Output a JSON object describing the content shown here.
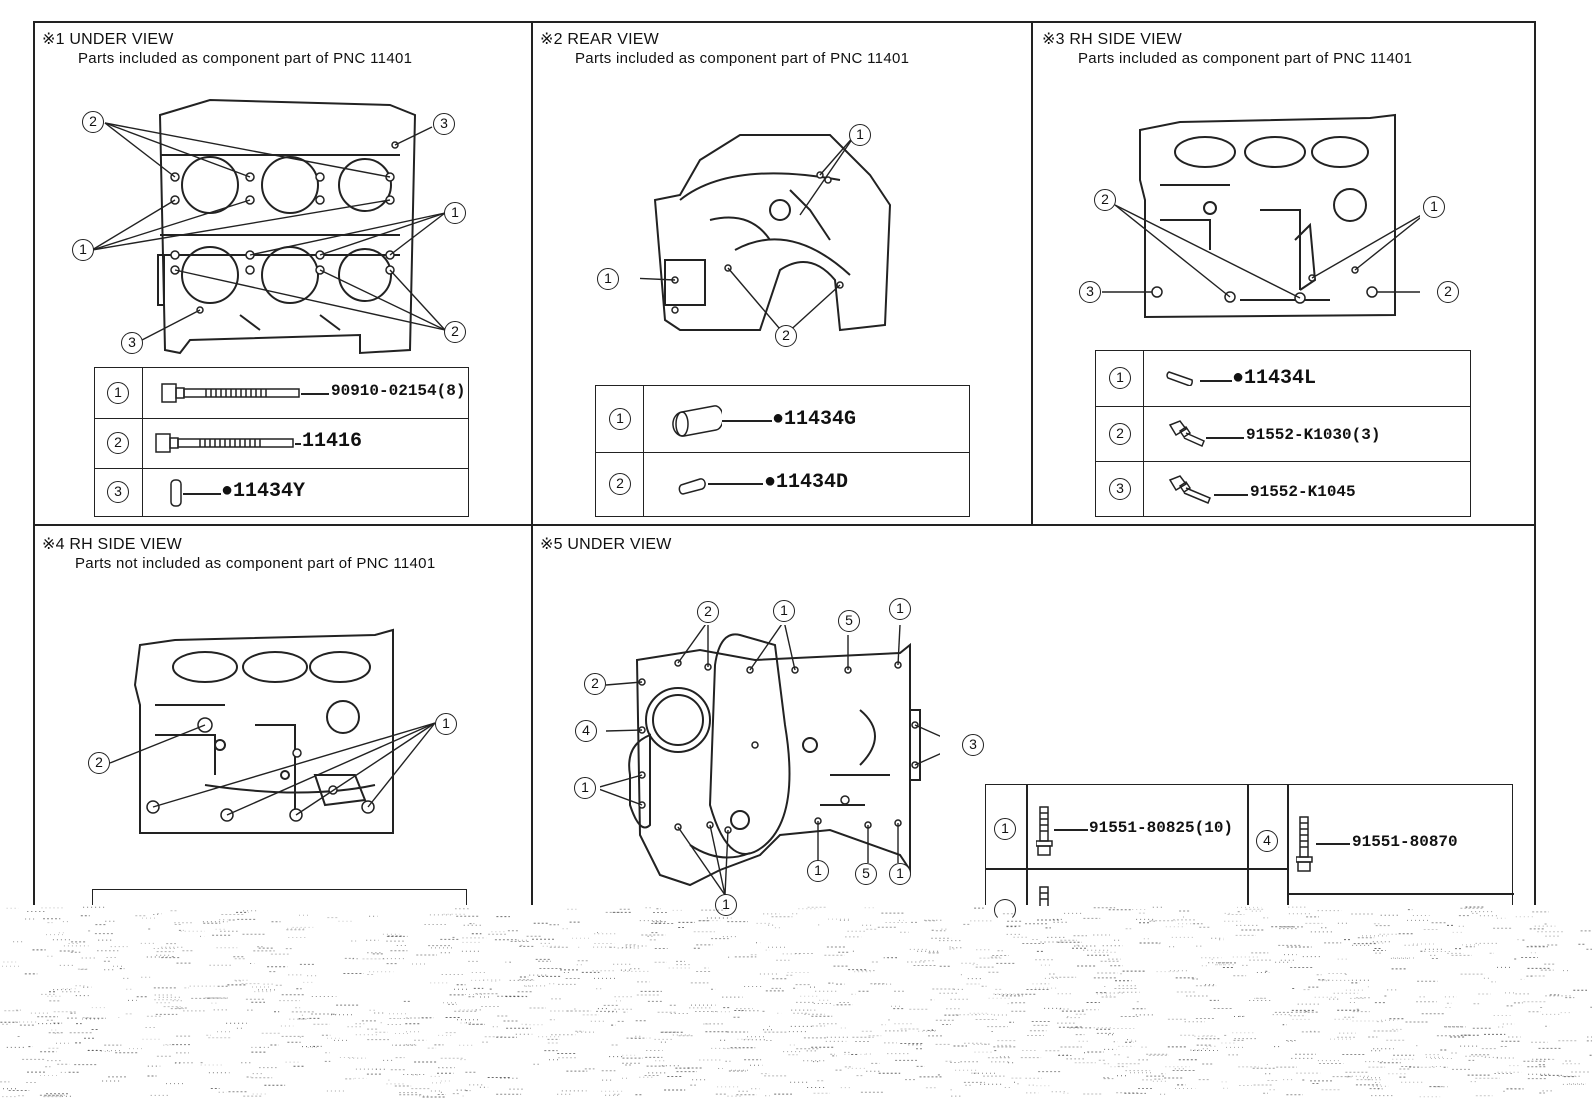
{
  "panels": [
    {
      "id": "p1",
      "title": "※1 UNDER VIEW",
      "subtitle": "Parts included as component part of PNC 11401",
      "parts": [
        {
          "ref": "1",
          "part_no": "90910-02154(8)",
          "icon": "long-bolt-icon"
        },
        {
          "ref": "2",
          "part_no": "11416",
          "icon": "long-bolt-icon"
        },
        {
          "ref": "3",
          "part_no": "●11434Y",
          "icon": "dowel-pin-icon"
        }
      ],
      "callouts": [
        "2",
        "3",
        "1",
        "1",
        "3",
        "2"
      ]
    },
    {
      "id": "p2",
      "title": "※2 REAR VIEW",
      "subtitle": "Parts included as component part of PNC 11401",
      "parts": [
        {
          "ref": "1",
          "part_no": "●11434G",
          "icon": "ring-dowel-icon"
        },
        {
          "ref": "2",
          "part_no": "●11434D",
          "icon": "straight-pin-icon"
        }
      ],
      "callouts": [
        "1",
        "1",
        "2"
      ]
    },
    {
      "id": "p3",
      "title": "※3 RH SIDE VIEW",
      "subtitle": "Parts included as component part of PNC 11401",
      "parts": [
        {
          "ref": "1",
          "part_no": "●11434L",
          "icon": "straight-pin-icon"
        },
        {
          "ref": "2",
          "part_no": "91552-K1030(3)",
          "icon": "short-bolt-icon"
        },
        {
          "ref": "3",
          "part_no": "91552-K1045",
          "icon": "short-bolt-icon"
        }
      ],
      "callouts": [
        "2",
        "1",
        "3",
        "2"
      ]
    },
    {
      "id": "p4",
      "title": "※4 RH SIDE VIEW",
      "subtitle": "Parts not included as component part of PNC 11401",
      "callouts": [
        "1",
        "2"
      ]
    },
    {
      "id": "p5",
      "title": "※5 UNDER VIEW",
      "parts": [
        {
          "ref": "1",
          "part_no": "91551-80825(10)",
          "icon": "vertical-bolt-icon"
        },
        {
          "ref": "4",
          "part_no": "91551-80870",
          "icon": "vertical-bolt-icon"
        }
      ],
      "callouts": [
        "2",
        "1",
        "5",
        "1",
        "2",
        "4",
        "3",
        "1",
        "1",
        "5",
        "1",
        "1"
      ]
    }
  ]
}
